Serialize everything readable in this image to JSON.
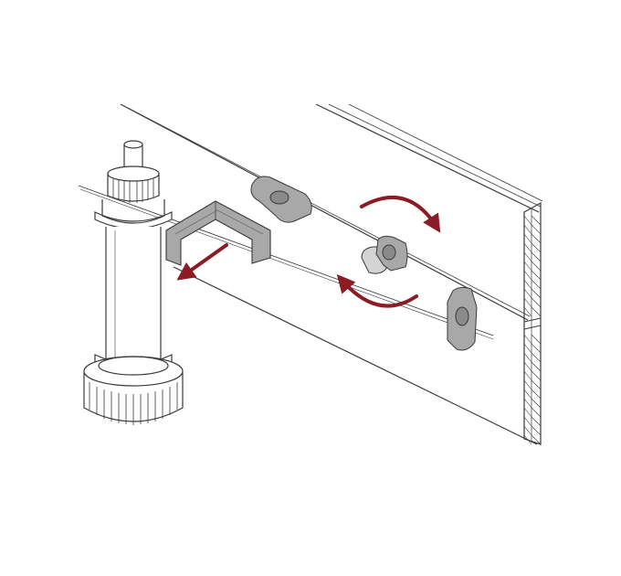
{
  "diagram": {
    "kind": "assembly-instruction",
    "components": [
      "leveling-foot",
      "plinth-clip",
      "plinth-panel",
      "rotating-clip"
    ],
    "steps": [
      {
        "action": "pull-out",
        "target": "plinth-clip"
      },
      {
        "action": "rotate",
        "target": "rotating-clip"
      }
    ]
  },
  "colors": {
    "background": "#ffffff",
    "line": "#3a3a3a",
    "part": "#a8a8a8",
    "part_dark": "#6e6e6e",
    "arrow": "#8b1c24"
  }
}
